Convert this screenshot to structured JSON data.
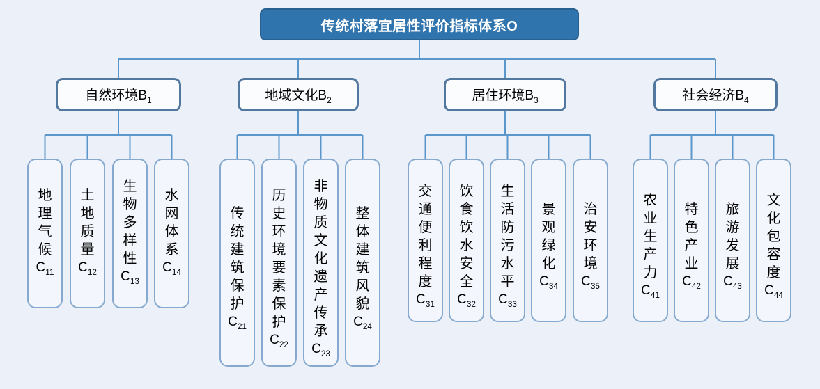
{
  "chart": {
    "title": "传统村落宜居性评价指标体系O",
    "root": {
      "label": "传统村落宜居性评价指标体系O"
    },
    "groups": [
      {
        "branch": {
          "label": "自然环境",
          "code_main": "B",
          "code_sub": "1"
        },
        "items": [
          {
            "label": "地理气候",
            "code_main": "C",
            "code_sub": "11"
          },
          {
            "label": "土地质量",
            "code_main": "C",
            "code_sub": "12"
          },
          {
            "label": "生物多样性",
            "code_main": "C",
            "code_sub": "13"
          },
          {
            "label": "水网体系",
            "code_main": "C",
            "code_sub": "14"
          }
        ]
      },
      {
        "branch": {
          "label": "地域文化",
          "code_main": "B",
          "code_sub": "2"
        },
        "items": [
          {
            "label": "传统建筑保护",
            "code_main": "C",
            "code_sub": "21"
          },
          {
            "label": "历史环境要素保护",
            "code_main": "C",
            "code_sub": "22"
          },
          {
            "label": "非物质文化遗产传承",
            "code_main": "C",
            "code_sub": "23"
          },
          {
            "label": "整体建筑风貌",
            "code_main": "C",
            "code_sub": "24"
          }
        ]
      },
      {
        "branch": {
          "label": "居住环境",
          "code_main": "B",
          "code_sub": "3"
        },
        "items": [
          {
            "label": "交通便利程度",
            "code_main": "C",
            "code_sub": "31"
          },
          {
            "label": "饮食饮水安全",
            "code_main": "C",
            "code_sub": "32"
          },
          {
            "label": "生活防污水平",
            "code_main": "C",
            "code_sub": "33"
          },
          {
            "label": "景观绿化",
            "code_main": "C",
            "code_sub": "34"
          },
          {
            "label": "治安环境",
            "code_main": "C",
            "code_sub": "35"
          }
        ]
      },
      {
        "branch": {
          "label": "社会经济",
          "code_main": "B",
          "code_sub": "4"
        },
        "items": [
          {
            "label": "农业生产力",
            "code_main": "C",
            "code_sub": "41"
          },
          {
            "label": "特色产业",
            "code_main": "C",
            "code_sub": "42"
          },
          {
            "label": "旅游发展",
            "code_main": "C",
            "code_sub": "43"
          },
          {
            "label": "文化包容度",
            "code_main": "C",
            "code_sub": "44"
          }
        ]
      }
    ]
  },
  "colors": {
    "bg": "#ecf0f8",
    "root-fill": "#3074ae",
    "root-border": "#28618f",
    "root-text": "#ffffff",
    "branch-border": "#53789f",
    "branch-fill": "#fbfcfe",
    "leaf-border": "#86aacf",
    "leaf-fill": "#f3f6fc",
    "connector": "#5b97cb",
    "text": "#000000"
  }
}
